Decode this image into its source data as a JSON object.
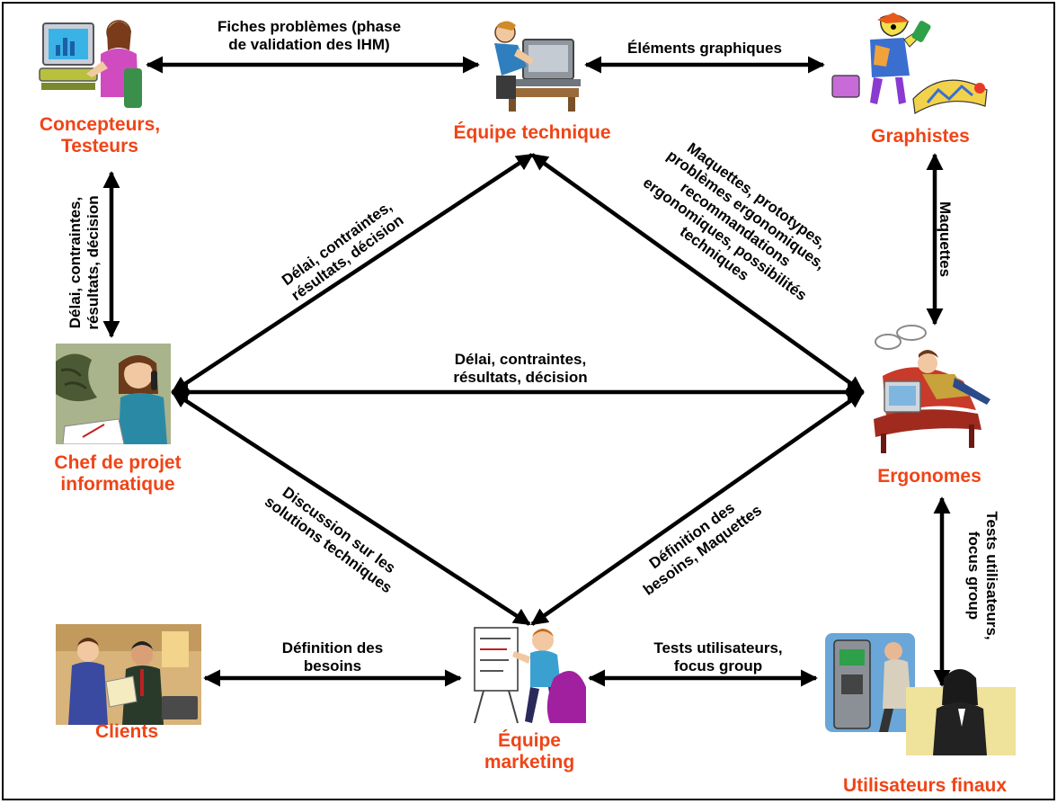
{
  "nodes": {
    "concepteurs": {
      "label_line1": "Concepteurs,",
      "label_line2": "Testeurs",
      "icon": "computer-user-icon"
    },
    "equipe_technique": {
      "label": "Équipe technique",
      "icon": "technician-at-computer-icon"
    },
    "graphistes": {
      "label": "Graphistes",
      "icon": "graphic-artist-icon"
    },
    "chef_projet": {
      "label_line1": "Chef de projet",
      "label_line2": "informatique",
      "icon": "woman-on-phone-icon"
    },
    "ergonomes": {
      "label": "Ergonomes",
      "icon": "man-in-chair-icon"
    },
    "clients": {
      "label": "Clients",
      "icon": "business-meeting-icon"
    },
    "equipe_marketing": {
      "label_line1": "Équipe",
      "label_line2": "marketing",
      "icon": "flipchart-presenter-icon"
    },
    "utilisateurs_finaux": {
      "label": "Utilisateurs finaux",
      "icon": "atm-user-icon"
    }
  },
  "edges": {
    "concepteurs_technique": {
      "line1": "Fiches problèmes (phase",
      "line2": "de validation des IHM)"
    },
    "technique_graphistes": {
      "line1": "Éléments graphiques"
    },
    "concepteurs_chef": {
      "line1": "Délai, contraintes,",
      "line2": "résultats, décision"
    },
    "chef_technique": {
      "line1": "Délai, contraintes,",
      "line2": "résultats, décision"
    },
    "technique_ergonomes": {
      "line1": "Maquettes, prototypes,",
      "line2": "problèmes ergonomiques,",
      "line3": "recommandations",
      "line4": "ergonomiques, possibilités",
      "line5": "techniques"
    },
    "graphistes_ergonomes": {
      "line1": "Maquettes"
    },
    "chef_ergonomes": {
      "line1": "Délai, contraintes,",
      "line2": "résultats, décision"
    },
    "chef_marketing": {
      "line1": "Discussion sur les",
      "line2": "solutions techniques"
    },
    "ergonomes_marketing": {
      "line1": "Définition des",
      "line2": "besoins, Maquettes"
    },
    "ergonomes_utilisateurs": {
      "line1": "Tests utilisateurs,",
      "line2": "focus group"
    },
    "clients_marketing": {
      "line1": "Définition des",
      "line2": "besoins"
    },
    "marketing_utilisateurs": {
      "line1": "Tests utilisateurs,",
      "line2": "focus group"
    }
  },
  "colors": {
    "node_label": "#f04416",
    "edge": "#000000"
  }
}
